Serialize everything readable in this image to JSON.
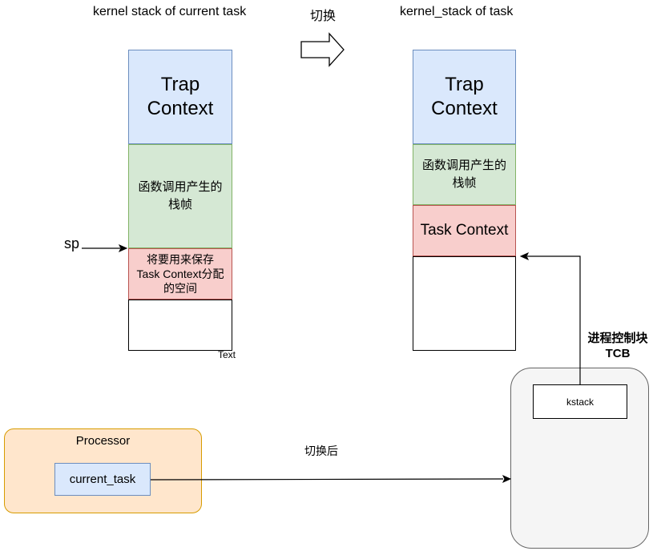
{
  "left_stack": {
    "title": "kernel stack of current task",
    "trap_line1": "Trap",
    "trap_line2": "Context",
    "func_line1": "函数调用产生的",
    "func_line2": "栈帧",
    "reserve_line1": "将要用来保存",
    "reserve_line2": "Task Context分配",
    "reserve_line3": "的空间",
    "stray_label": "Text"
  },
  "arrow_label": "切换",
  "right_stack": {
    "title": "kernel_stack of task",
    "trap_line1": "Trap",
    "trap_line2": "Context",
    "func_line1": "函数调用产生的",
    "func_line2": "栈帧",
    "task_context": "Task Context"
  },
  "sp_label": "sp",
  "tcb": {
    "title_line1": "进程控制块",
    "title_line2": "TCB",
    "kstack": "kstack"
  },
  "processor": {
    "title": "Processor",
    "current_task": "current_task"
  },
  "switch_after_label": "切换后",
  "colors": {
    "trap_fill": "#dae8fc",
    "trap_stroke": "#6c8ebf",
    "frame_fill": "#d5e8d4",
    "frame_stroke": "#82b366",
    "task_ctx_fill": "#f8cecc",
    "task_ctx_stroke": "#b85450",
    "tcb_fill": "#f5f5f5",
    "processor_fill": "#ffe6cc",
    "processor_stroke": "#d79b00"
  }
}
